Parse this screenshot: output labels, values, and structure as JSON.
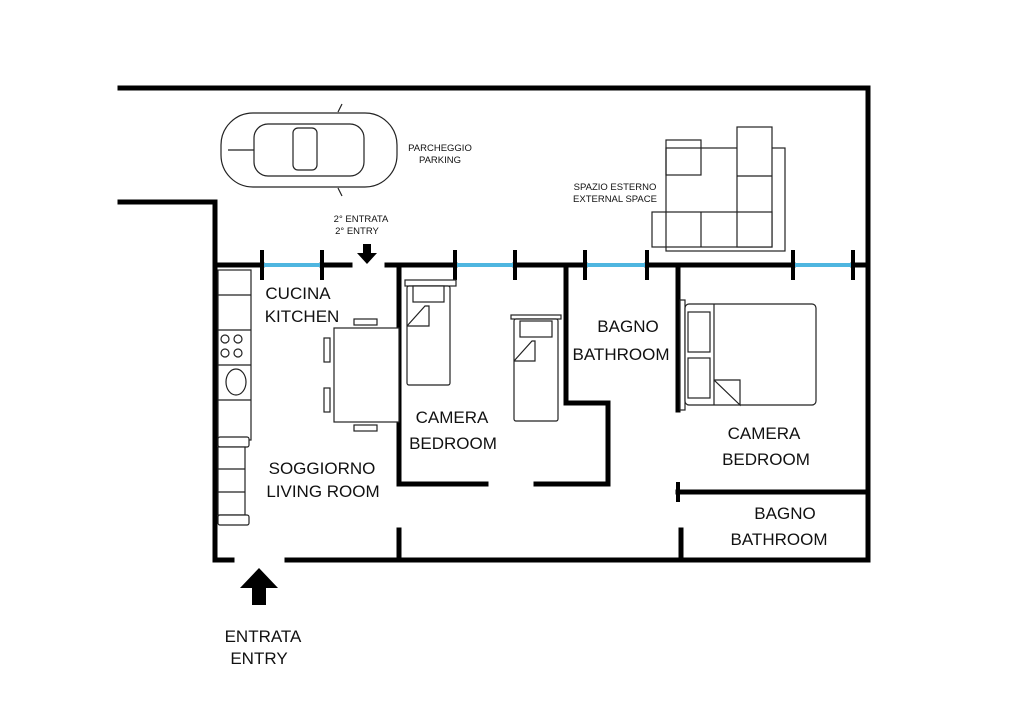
{
  "labels": {
    "kitchen_it": "CUCINA",
    "kitchen_en": "KITCHEN",
    "living_it": "SOGGIORNO",
    "living_en": "LIVING ROOM",
    "bedroom1_it": "CAMERA",
    "bedroom1_en": "BEDROOM",
    "bathroom1_it": "BAGNO",
    "bathroom1_en": "BATHROOM",
    "bedroom2_it": "CAMERA",
    "bedroom2_en": "BEDROOM",
    "bathroom2_it": "BAGNO",
    "bathroom2_en": "BATHROOM",
    "entry_it": "ENTRATA",
    "entry_en": "ENTRY",
    "second_entry_it": "2° ENTRATA",
    "second_entry_en": "2° ENTRY",
    "parking_it": "PARCHEGGIO",
    "parking_en": "PARKING",
    "outdoor_it": "SPAZIO ESTERNO",
    "outdoor_en": "EXTERNAL SPACE"
  },
  "colors": {
    "wall": "#000000",
    "window": "#4fb6e0"
  }
}
